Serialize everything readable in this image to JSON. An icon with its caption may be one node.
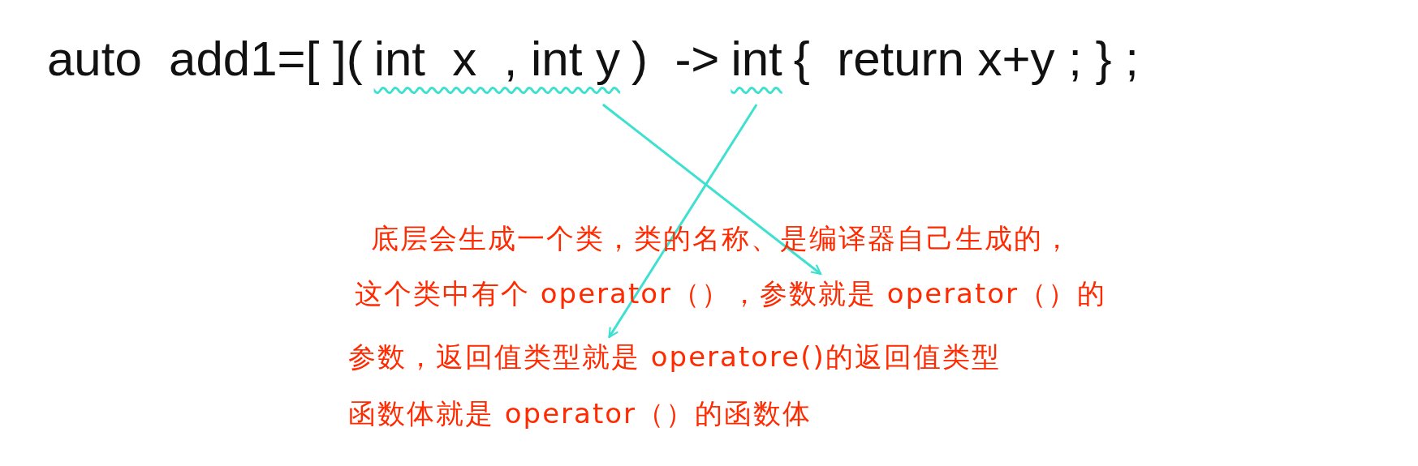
{
  "diagram": {
    "nodes": [
      {
        "text": [
          "int  x  , int y"
        ]
      },
      {
        "text": [
          "int"
        ]
      },
      {
        "text": [
          "底层会生成一个类，类的名称、是编译器自己生成的，"
        ]
      },
      {
        "text": [
          "这个类中有个 operator（），参数就是 operator（）的"
        ]
      },
      {
        "text": [
          "参数，返回值类型就是 operatore()的返回值类型"
        ]
      },
      {
        "text": [
          "函数体就是 operator（）的函数体"
        ]
      }
    ],
    "edges": [
      {
        "from": 0,
        "to": 3,
        "arrow": "to"
      },
      {
        "from": 1,
        "to": 4,
        "arrow": "to"
      }
    ],
    "labels": [
      "auto  add1=[ ](",
      ")  ->",
      "{  return x+y ; } ;"
    ]
  }
}
